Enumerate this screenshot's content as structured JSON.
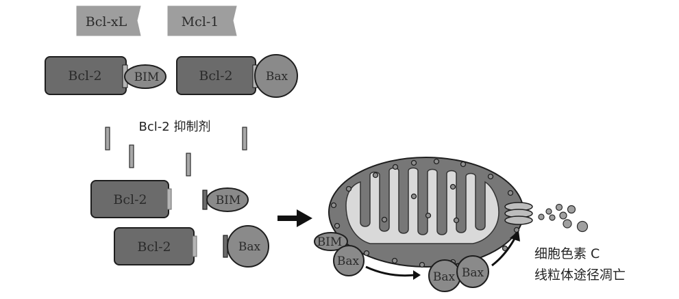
{
  "colors": {
    "box_dark": "#6b6b6b",
    "box_light": "#9e9e9e",
    "protein": "#8a8a8a",
    "mito_outer": "#777777",
    "mito_inner": "#d9d9d9",
    "inhibitor": "#a8a8a8",
    "stroke": "#1e1e1e"
  },
  "top": {
    "bclxl_label": "Bcl-xL",
    "mcl1_label": "Mcl-1"
  },
  "complexes": {
    "bcl2_bim": {
      "bcl2_label": "Bcl-2",
      "bim_label": "BIM"
    },
    "bcl2_bax": {
      "bcl2_label": "Bcl-2",
      "bax_label": "Bax"
    }
  },
  "inhibitor_label": "Bcl-2 抑制剂",
  "released": {
    "bcl2_a_label": "Bcl-2",
    "bim_label": "BIM",
    "bcl2_b_label": "Bcl-2",
    "bax_label": "Bax"
  },
  "mitochondrion": {
    "bim_label": "BIM",
    "bax_label": "Bax",
    "bax_dimer_left": "Bax",
    "bax_dimer_right": "Bax"
  },
  "outcome": {
    "line1": "细胞色素 C",
    "line2": "线粒体途径凋亡"
  }
}
